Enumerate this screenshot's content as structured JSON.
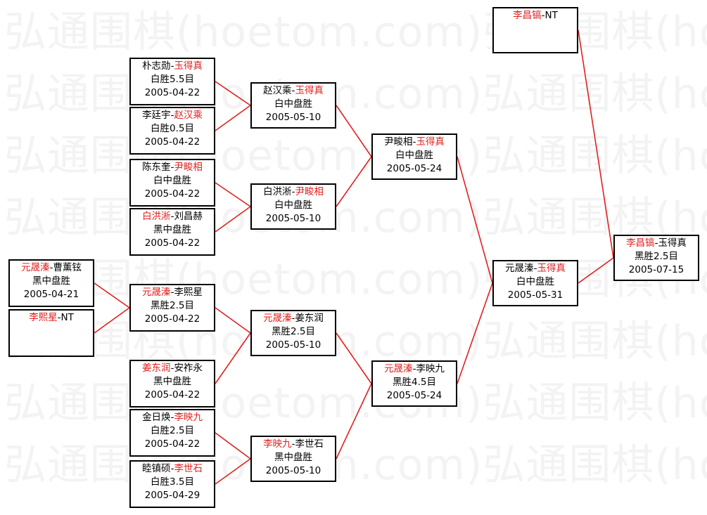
{
  "watermark": "弘通围棋(hoetom.com)弘通围棋(hoetom.com)",
  "colors": {
    "winner": "#e0201e",
    "connector": "#e0201e",
    "border": "#000000"
  },
  "matches": [
    {
      "id": "r1-1",
      "p1": "朴志勋",
      "p2": "玉得真",
      "winner": 2,
      "result": "白胜5.5目",
      "date": "2005-04-22"
    },
    {
      "id": "r1-2",
      "p1": "李廷宇",
      "p2": "赵汉乘",
      "winner": 2,
      "result": "白胜0.5目",
      "date": "2005-04-22"
    },
    {
      "id": "r1-3",
      "p1": "陈东奎",
      "p2": "尹畯相",
      "winner": 2,
      "result": "白中盘胜",
      "date": "2005-04-22"
    },
    {
      "id": "r1-4",
      "p1": "白洪淅",
      "p2": "刘昌赫",
      "winner": 1,
      "result": "黑中盘胜",
      "date": "2005-04-22"
    },
    {
      "id": "r0-1",
      "p1": "元晟溱",
      "p2": "曹薰铉",
      "winner": 1,
      "result": "黑中盘胜",
      "date": "2005-04-21"
    },
    {
      "id": "r0-2",
      "p1": "李熙星",
      "p2": "NT",
      "winner": 1,
      "result": "",
      "date": ""
    },
    {
      "id": "r1-5",
      "p1": "元晟溱",
      "p2": "李熙星",
      "winner": 1,
      "result": "黑胜2.5目",
      "date": "2005-04-22"
    },
    {
      "id": "r1-6",
      "p1": "姜东润",
      "p2": "安祚永",
      "winner": 1,
      "result": "黑中盘胜",
      "date": "2005-04-22"
    },
    {
      "id": "r1-7",
      "p1": "金日焕",
      "p2": "李映九",
      "winner": 2,
      "result": "白胜2.5目",
      "date": "2005-04-22"
    },
    {
      "id": "r1-8",
      "p1": "睦镇硕",
      "p2": "李世石",
      "winner": 2,
      "result": "白胜3.5目",
      "date": "2005-04-29"
    },
    {
      "id": "r2-1",
      "p1": "赵汉乘",
      "p2": "玉得真",
      "winner": 2,
      "result": "白中盘胜",
      "date": "2005-05-10"
    },
    {
      "id": "r2-2",
      "p1": "白洪淅",
      "p2": "尹畯相",
      "winner": 2,
      "result": "白中盘胜",
      "date": "2005-05-10"
    },
    {
      "id": "r2-3",
      "p1": "元晟溱",
      "p2": "姜东润",
      "winner": 1,
      "result": "黑胜2.5目",
      "date": "2005-05-10"
    },
    {
      "id": "r2-4",
      "p1": "李映九",
      "p2": "李世石",
      "winner": 1,
      "result": "黑中盘胜",
      "date": "2005-05-10"
    },
    {
      "id": "r3-1",
      "p1": "尹畯相",
      "p2": "玉得真",
      "winner": 2,
      "result": "白中盘胜",
      "date": "2005-05-24"
    },
    {
      "id": "r3-2",
      "p1": "元晟溱",
      "p2": "李映九",
      "winner": 1,
      "result": "黑胜4.5目",
      "date": "2005-05-24"
    },
    {
      "id": "r4-1",
      "p1": "元晟溱",
      "p2": "玉得真",
      "winner": 2,
      "result": "白中盘胜",
      "date": "2005-05-31"
    },
    {
      "id": "seed",
      "p1": "李昌镐",
      "p2": "NT",
      "winner": 1,
      "result": "",
      "date": ""
    },
    {
      "id": "final",
      "p1": "李昌镐",
      "p2": "玉得真",
      "winner": 1,
      "result": "黑胜2.5目",
      "date": "2005-07-15"
    }
  ],
  "links": [
    [
      "r1-1",
      "r2-1"
    ],
    [
      "r1-2",
      "r2-1"
    ],
    [
      "r1-3",
      "r2-2"
    ],
    [
      "r1-4",
      "r2-2"
    ],
    [
      "r0-1",
      "r1-5"
    ],
    [
      "r0-2",
      "r1-5"
    ],
    [
      "r1-5",
      "r2-3"
    ],
    [
      "r1-6",
      "r2-3"
    ],
    [
      "r1-7",
      "r2-4"
    ],
    [
      "r1-8",
      "r2-4"
    ],
    [
      "r2-1",
      "r3-1"
    ],
    [
      "r2-2",
      "r3-1"
    ],
    [
      "r2-3",
      "r3-2"
    ],
    [
      "r2-4",
      "r3-2"
    ],
    [
      "r3-1",
      "r4-1"
    ],
    [
      "r3-2",
      "r4-1"
    ],
    [
      "r4-1",
      "final"
    ],
    [
      "seed",
      "final"
    ]
  ]
}
